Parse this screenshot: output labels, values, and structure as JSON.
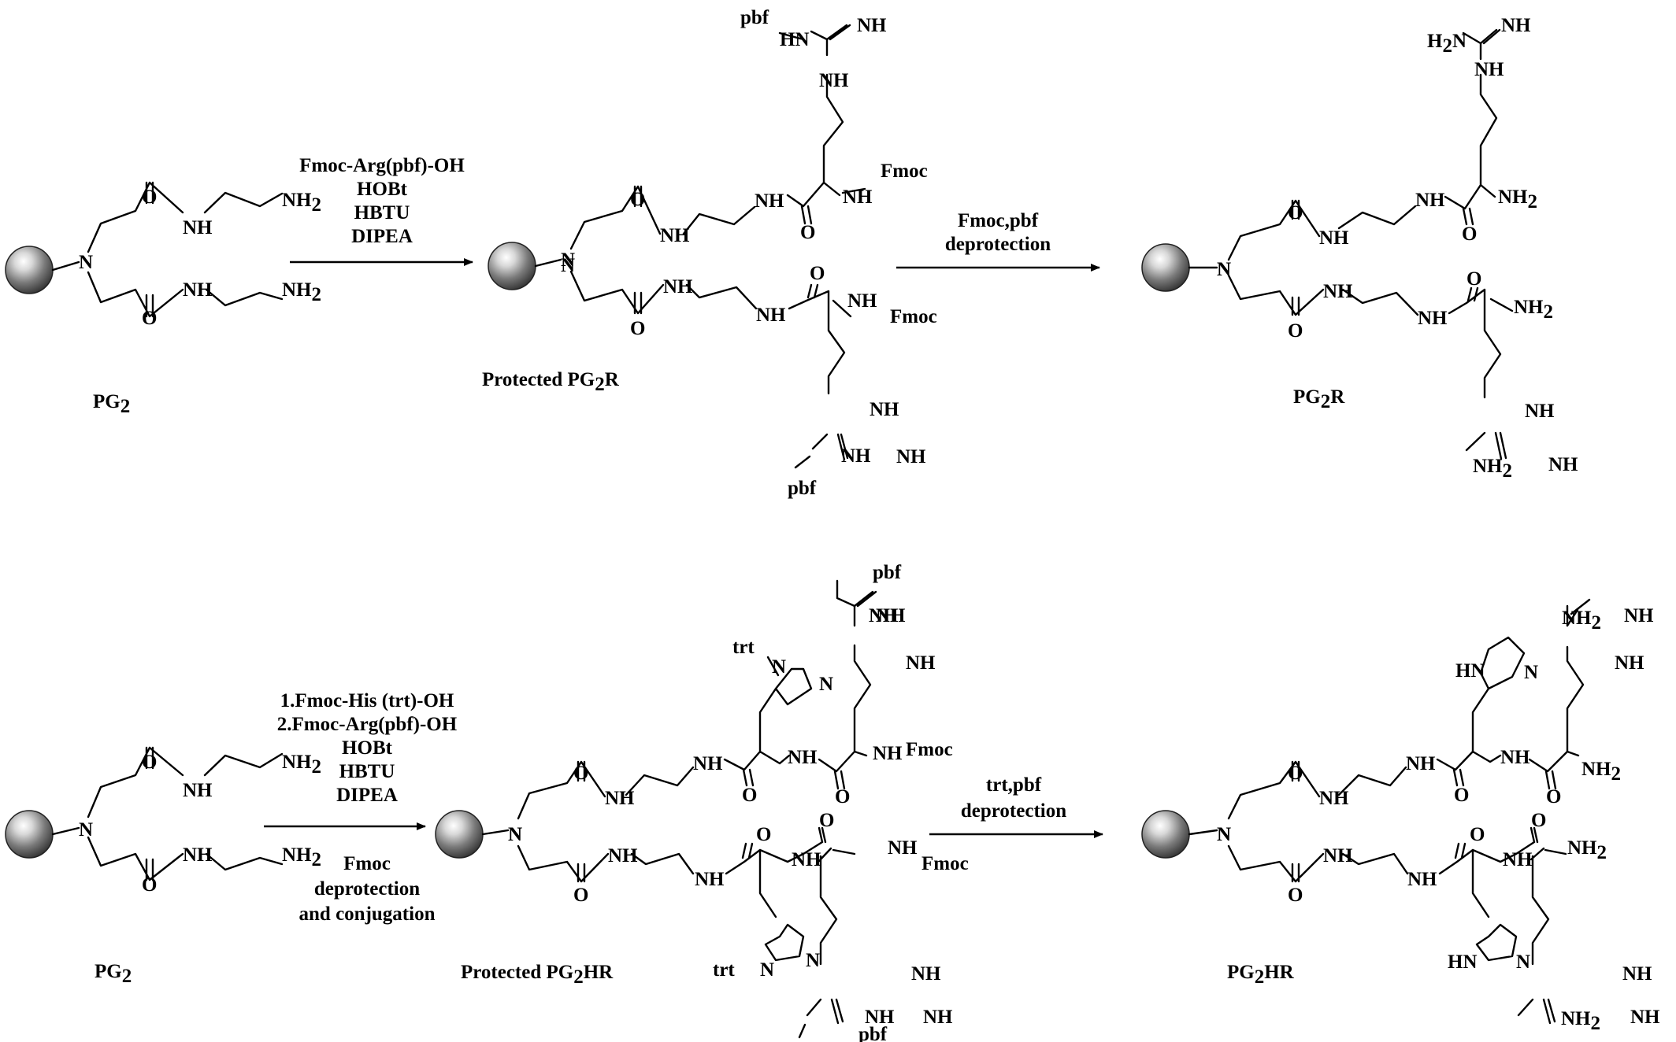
{
  "row1": {
    "start_label": "PG",
    "start_label_sub": "2",
    "reagents": [
      "Fmoc-Arg(pbf)-OH",
      "HOBt",
      "HBTU",
      "DIPEA"
    ],
    "intermediate_label": "Protected PG",
    "intermediate_label_sub": "2",
    "intermediate_label_end": "R",
    "step2_reagents": [
      "Fmoc,pbf",
      "deprotection"
    ],
    "product_label": "PG",
    "product_label_sub": "2",
    "product_label_end": "R"
  },
  "row2": {
    "start_label": "PG",
    "start_label_sub": "2",
    "reagents_above": [
      "1.Fmoc-His (trt)-OH",
      "2.Fmoc-Arg(pbf)-OH",
      "HOBt",
      "HBTU",
      "DIPEA"
    ],
    "reagents_below": [
      "Fmoc",
      "deprotection",
      "and conjugation"
    ],
    "intermediate_label": "Protected PG",
    "intermediate_label_sub": "2",
    "intermediate_label_end": "HR",
    "step2_reagents": [
      "trt,pbf",
      "deprotection"
    ],
    "product_label": "PG",
    "product_label_sub": "2",
    "product_label_end": "HR"
  },
  "atoms": {
    "O": "O",
    "N": "N",
    "NH": "NH",
    "HN": "HN",
    "NH2": "NH",
    "H2N": "H",
    "two": "2",
    "Fmoc": "Fmoc",
    "pbf": "pbf",
    "trt": "trt"
  }
}
